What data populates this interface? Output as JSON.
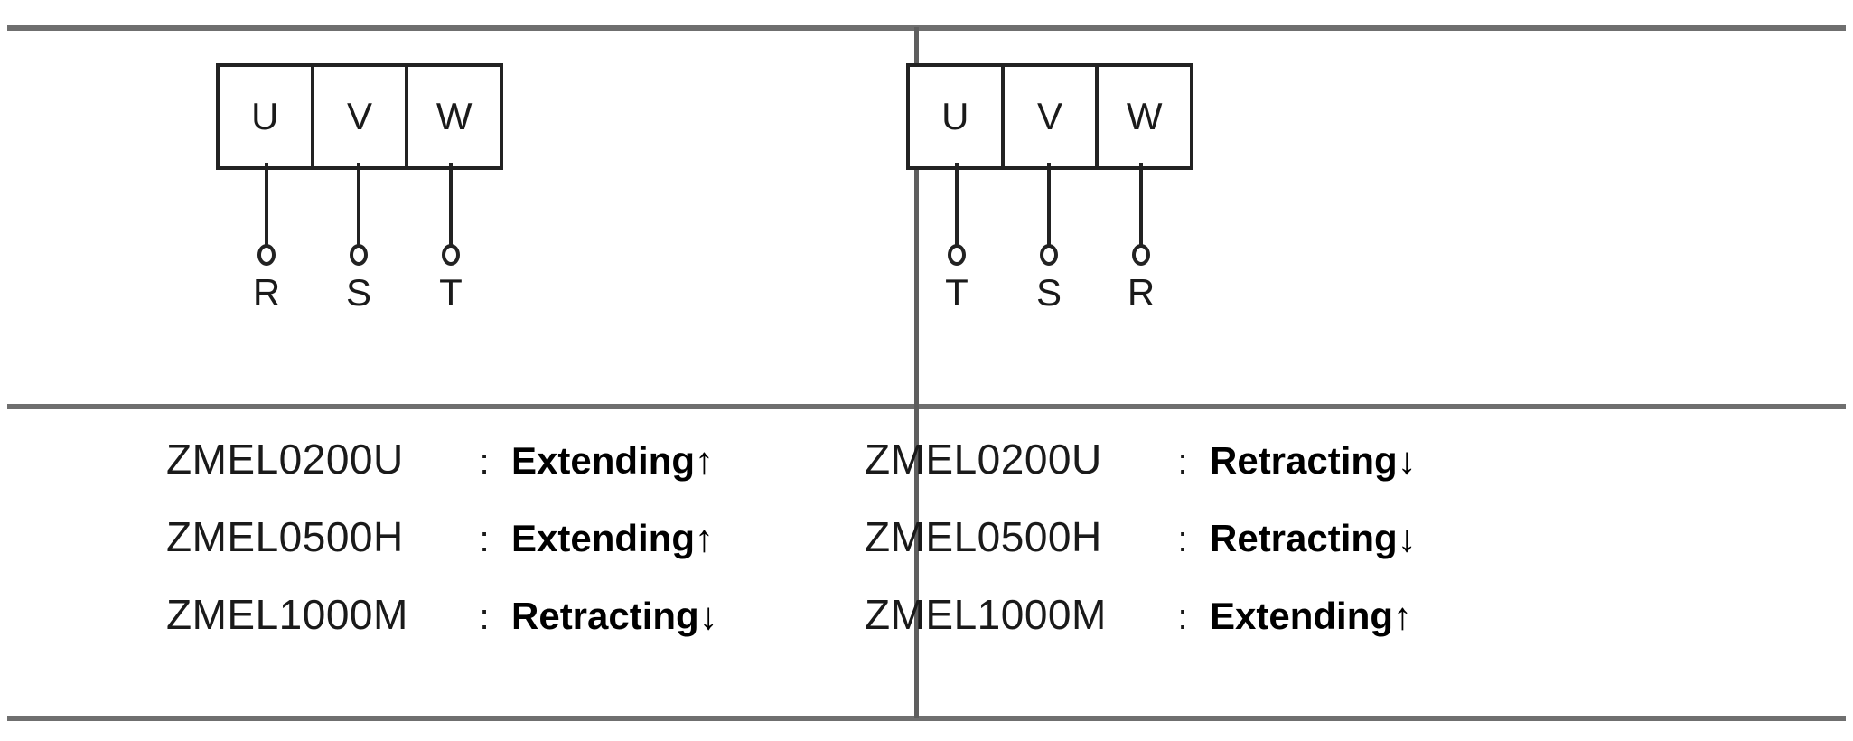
{
  "colors": {
    "rule": "#6f6f6f",
    "divider": "#5e5e5e",
    "ink": "#1a1a1a",
    "action_text": "#000000",
    "background": "#ffffff"
  },
  "panels": [
    {
      "id": "left",
      "terminal_block": {
        "cells": [
          "U",
          "V",
          "W"
        ]
      },
      "terminals": [
        {
          "label": "R",
          "connects_to": "U"
        },
        {
          "label": "S",
          "connects_to": "V"
        },
        {
          "label": "T",
          "connects_to": "W"
        }
      ],
      "separator": ":",
      "rows": [
        {
          "model": "ZMEL0200U",
          "separator": ":",
          "action": "Extending",
          "arrow": "↑"
        },
        {
          "model": "ZMEL0500H",
          "separator": ":",
          "action": "Extending",
          "arrow": "↑"
        },
        {
          "model": "ZMEL1000M",
          "separator": ":",
          "action": "Retracting",
          "arrow": "↓"
        }
      ]
    },
    {
      "id": "right",
      "terminal_block": {
        "cells": [
          "U",
          "V",
          "W"
        ]
      },
      "terminals": [
        {
          "label": "T",
          "connects_to": "U"
        },
        {
          "label": "S",
          "connects_to": "V"
        },
        {
          "label": "R",
          "connects_to": "W"
        }
      ],
      "separator": ":",
      "rows": [
        {
          "model": "ZMEL0200U",
          "separator": ":",
          "action": "Retracting",
          "arrow": "↓"
        },
        {
          "model": "ZMEL0500H",
          "separator": ":",
          "action": "Retracting",
          "arrow": "↓"
        },
        {
          "model": "ZMEL1000M",
          "separator": ":",
          "action": "Extending",
          "arrow": "↑"
        }
      ]
    }
  ]
}
